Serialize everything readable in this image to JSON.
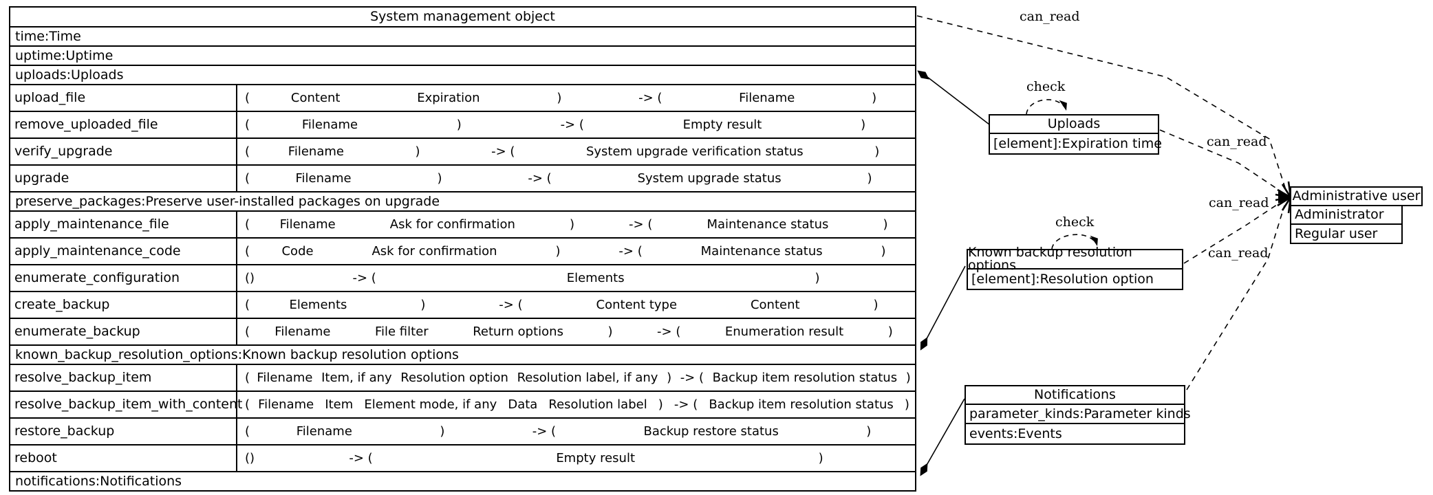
{
  "diagram": {
    "main_table": {
      "title": "System management object",
      "rows": [
        {
          "kind": "attr",
          "text": "time:Time"
        },
        {
          "kind": "attr",
          "text": "uptime:Uptime"
        },
        {
          "kind": "attr",
          "text": "uploads:Uploads"
        },
        {
          "kind": "method",
          "name": "upload_file",
          "params": [
            "Content",
            "Expiration"
          ],
          "results": [
            "Filename"
          ]
        },
        {
          "kind": "method",
          "name": "remove_uploaded_file",
          "params": [
            "Filename"
          ],
          "results": [
            "Empty result"
          ]
        },
        {
          "kind": "method",
          "name": "verify_upgrade",
          "params": [
            "Filename"
          ],
          "results": [
            "System upgrade verification status"
          ]
        },
        {
          "kind": "method",
          "name": "upgrade",
          "params": [
            "Filename"
          ],
          "results": [
            "System upgrade status"
          ]
        },
        {
          "kind": "attr",
          "text": "preserve_packages:Preserve user-installed packages on upgrade"
        },
        {
          "kind": "method",
          "name": "apply_maintenance_file",
          "params": [
            "Filename",
            "Ask for confirmation"
          ],
          "results": [
            "Maintenance status"
          ]
        },
        {
          "kind": "method",
          "name": "apply_maintenance_code",
          "params": [
            "Code",
            "Ask for confirmation"
          ],
          "results": [
            "Maintenance status"
          ]
        },
        {
          "kind": "method",
          "name": "enumerate_configuration",
          "params": [],
          "results": [
            "Elements"
          ]
        },
        {
          "kind": "method",
          "name": "create_backup",
          "params": [
            "Elements"
          ],
          "results": [
            "Content type",
            "Content"
          ]
        },
        {
          "kind": "method",
          "name": "enumerate_backup",
          "params": [
            "Filename",
            "File filter",
            "Return options"
          ],
          "results": [
            "Enumeration result"
          ]
        },
        {
          "kind": "attr",
          "text": "known_backup_resolution_options:Known backup resolution options"
        },
        {
          "kind": "method",
          "name": "resolve_backup_item",
          "params": [
            "Filename",
            "Item, if any",
            "Resolution option",
            "Resolution label, if any"
          ],
          "results": [
            "Backup item resolution status"
          ]
        },
        {
          "kind": "method",
          "name": "resolve_backup_item_with_content",
          "params": [
            "Filename",
            "Item",
            "Element mode, if any",
            "Data",
            "Resolution label"
          ],
          "results": [
            "Backup item resolution status"
          ]
        },
        {
          "kind": "method",
          "name": "restore_backup",
          "params": [
            "Filename"
          ],
          "results": [
            "Backup restore status"
          ]
        },
        {
          "kind": "method",
          "name": "reboot",
          "params": [],
          "results": [
            "Empty result"
          ]
        },
        {
          "kind": "attr",
          "text": "notifications:Notifications"
        }
      ]
    },
    "tokens": {
      "open": "(",
      "close": ")",
      "arrow": "-> (",
      "empty": "()"
    },
    "boxes": {
      "uploads": {
        "title": "Uploads",
        "rows": [
          "[element]:Expiration time"
        ]
      },
      "known_backup_resolution_options": {
        "title": "Known backup resolution options",
        "rows": [
          "[element]:Resolution option"
        ]
      },
      "notifications": {
        "title": "Notifications",
        "rows": [
          "parameter_kinds:Parameter kinds",
          "events:Events"
        ]
      },
      "administrative_user": {
        "title": "Administrative user",
        "rows": [
          "Administrator",
          "Regular user"
        ]
      }
    },
    "edge_labels": {
      "can_read_top": "can_read",
      "check_uploads": "check",
      "can_read_uploads": "can_read",
      "check_known": "check",
      "can_read_known": "can_read",
      "can_read_notifications": "can_read"
    }
  },
  "colors": {
    "line": "#000000",
    "background": "#ffffff"
  }
}
